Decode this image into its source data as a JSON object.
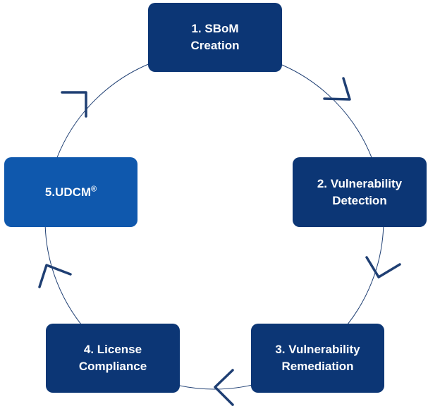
{
  "colors": {
    "dark_navy": "#0c3675",
    "highlight_blue": "#0f58ad",
    "circle_stroke": "#1f3f73",
    "text": "#ffffff"
  },
  "steps": [
    {
      "line1": "1. SBoM",
      "line2": "Creation",
      "style": "dark_navy"
    },
    {
      "line1": "2. Vulnerability",
      "line2": "Detection",
      "style": "dark_navy"
    },
    {
      "line1": "3. Vulnerability",
      "line2": "Remediation",
      "style": "dark_navy"
    },
    {
      "line1": "4. License",
      "line2": "Compliance",
      "style": "dark_navy"
    },
    {
      "line1": "5.UDCM",
      "mark": "®",
      "style": "highlight_blue"
    }
  ],
  "flow": {
    "direction": "clockwise",
    "arrow_icon": "chevron-arrow-icon"
  }
}
